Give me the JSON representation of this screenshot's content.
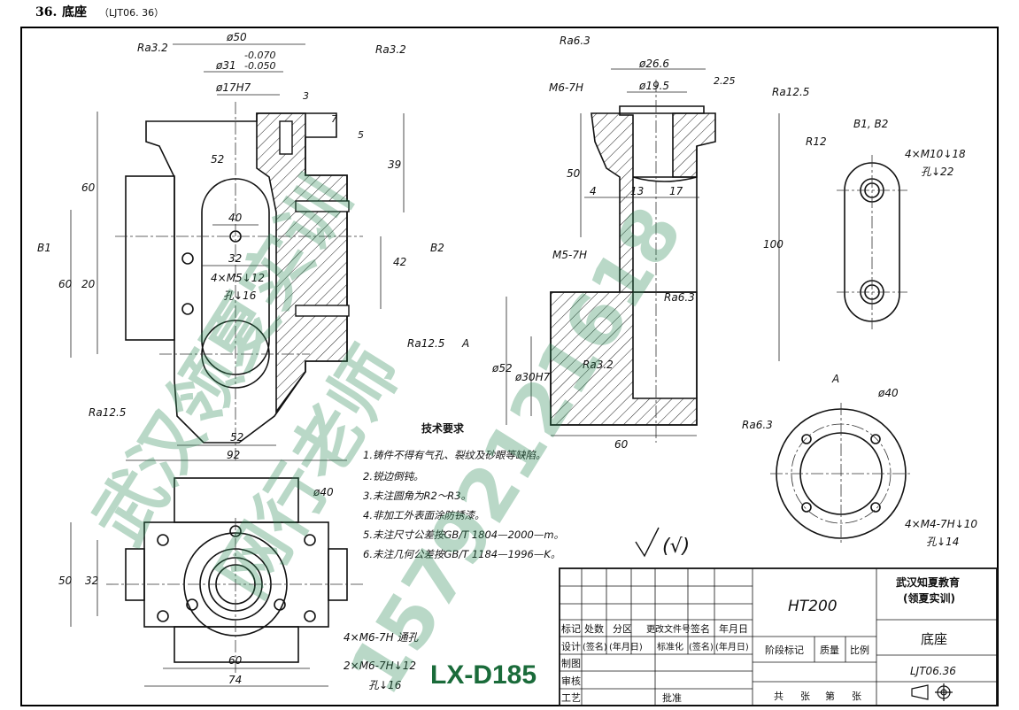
{
  "header": {
    "number": "36.",
    "title": "底座",
    "code": "（LJT06. 36）"
  },
  "dims": {
    "d50": "ø50",
    "d31": "ø31",
    "d31_tol_hi": "-0.070",
    "d31_tol_lo": "-0.050",
    "d17": "ø17H7",
    "ra32_a": "Ra3.2",
    "ra32_b": "Ra3.2",
    "n3": "3",
    "n7": "7",
    "n5": "5",
    "n39": "39",
    "n52_top": "52",
    "n60_a": "60",
    "n60_b": "60",
    "n40": "40",
    "n32": "32",
    "n20": "20",
    "n42": "42",
    "n52_bot": "52",
    "n92": "92",
    "ra125_left": "Ra12.5",
    "ra125_mid": "Ra12.5",
    "hole_left": "4×M5↓12",
    "hole_left_sub": "孔↓16",
    "b1": "B1",
    "b2": "B2",
    "a_mark": "A",
    "ra63_top": "Ra6.3",
    "d266": "ø26.6",
    "d195": "ø19.5",
    "m6": "M6-7H",
    "n225": "2.25",
    "ra125_r": "Ra12.5",
    "n50": "50",
    "n4": "4",
    "n13": "13",
    "n17": "17",
    "m5": "M5-7H",
    "n100": "100",
    "ra63_mid": "Ra6.3",
    "d52": "ø52",
    "d30": "ø30H7",
    "ra32_c": "Ra3.2",
    "n60_c": "60",
    "ra63_bot": "Ra6.3",
    "b12_title": "B1, B2",
    "r12": "R12",
    "hole_b": "4×M10↓18",
    "hole_b_sub": "孔↓22",
    "a_view": "A",
    "d40_a": "ø40",
    "hole_a": "4×M4-7H↓10",
    "hole_a_sub": "孔↓14",
    "d40_b": "ø40",
    "n50_b": "50",
    "n32_b": "32",
    "n60_d": "60",
    "n74": "74",
    "hole_c": "4×M6-7H 通孔",
    "hole_d": "2×M6-7H↓12",
    "hole_d_sub": "孔↓16"
  },
  "tech": {
    "title": "技术要求",
    "items": [
      "1.铸件不得有气孔、裂纹及砂眼等缺陷。",
      "2.锐边倒钝。",
      "3.未注圆角为R2～R3。",
      "4.非加工外表面涂防锈漆。",
      "5.未注尺寸公差按GB/T 1804—2000—m。",
      "6.未注几何公差按GB/T 1184—1996—K。"
    ],
    "roughness": "(√)"
  },
  "title_block": {
    "material": "HT200",
    "company": "武汉知夏教育",
    "company_sub": "(领夏实训)",
    "part_name": "底座",
    "drawing_no": "LJT06.36",
    "row_labels": [
      "标记",
      "处数",
      "分区",
      "更改文件号",
      "签名",
      "年月日"
    ],
    "row2": [
      "设计",
      "(签名)",
      "(年月日)",
      "标准化",
      "(签名)",
      "(年月日)"
    ],
    "col_labels": [
      "制图",
      "审核",
      "工艺"
    ],
    "approve": "批准",
    "stage": "阶段标记",
    "mass": "质量",
    "scale": "比例",
    "total": "共",
    "sheet_unit": "张",
    "nth": "第",
    "sheet_unit2": "张"
  },
  "overlay": {
    "code": "LX-D185",
    "wm1": "武汉领夏实训",
    "wm2": "网行老师",
    "wm3": "15792121618"
  }
}
